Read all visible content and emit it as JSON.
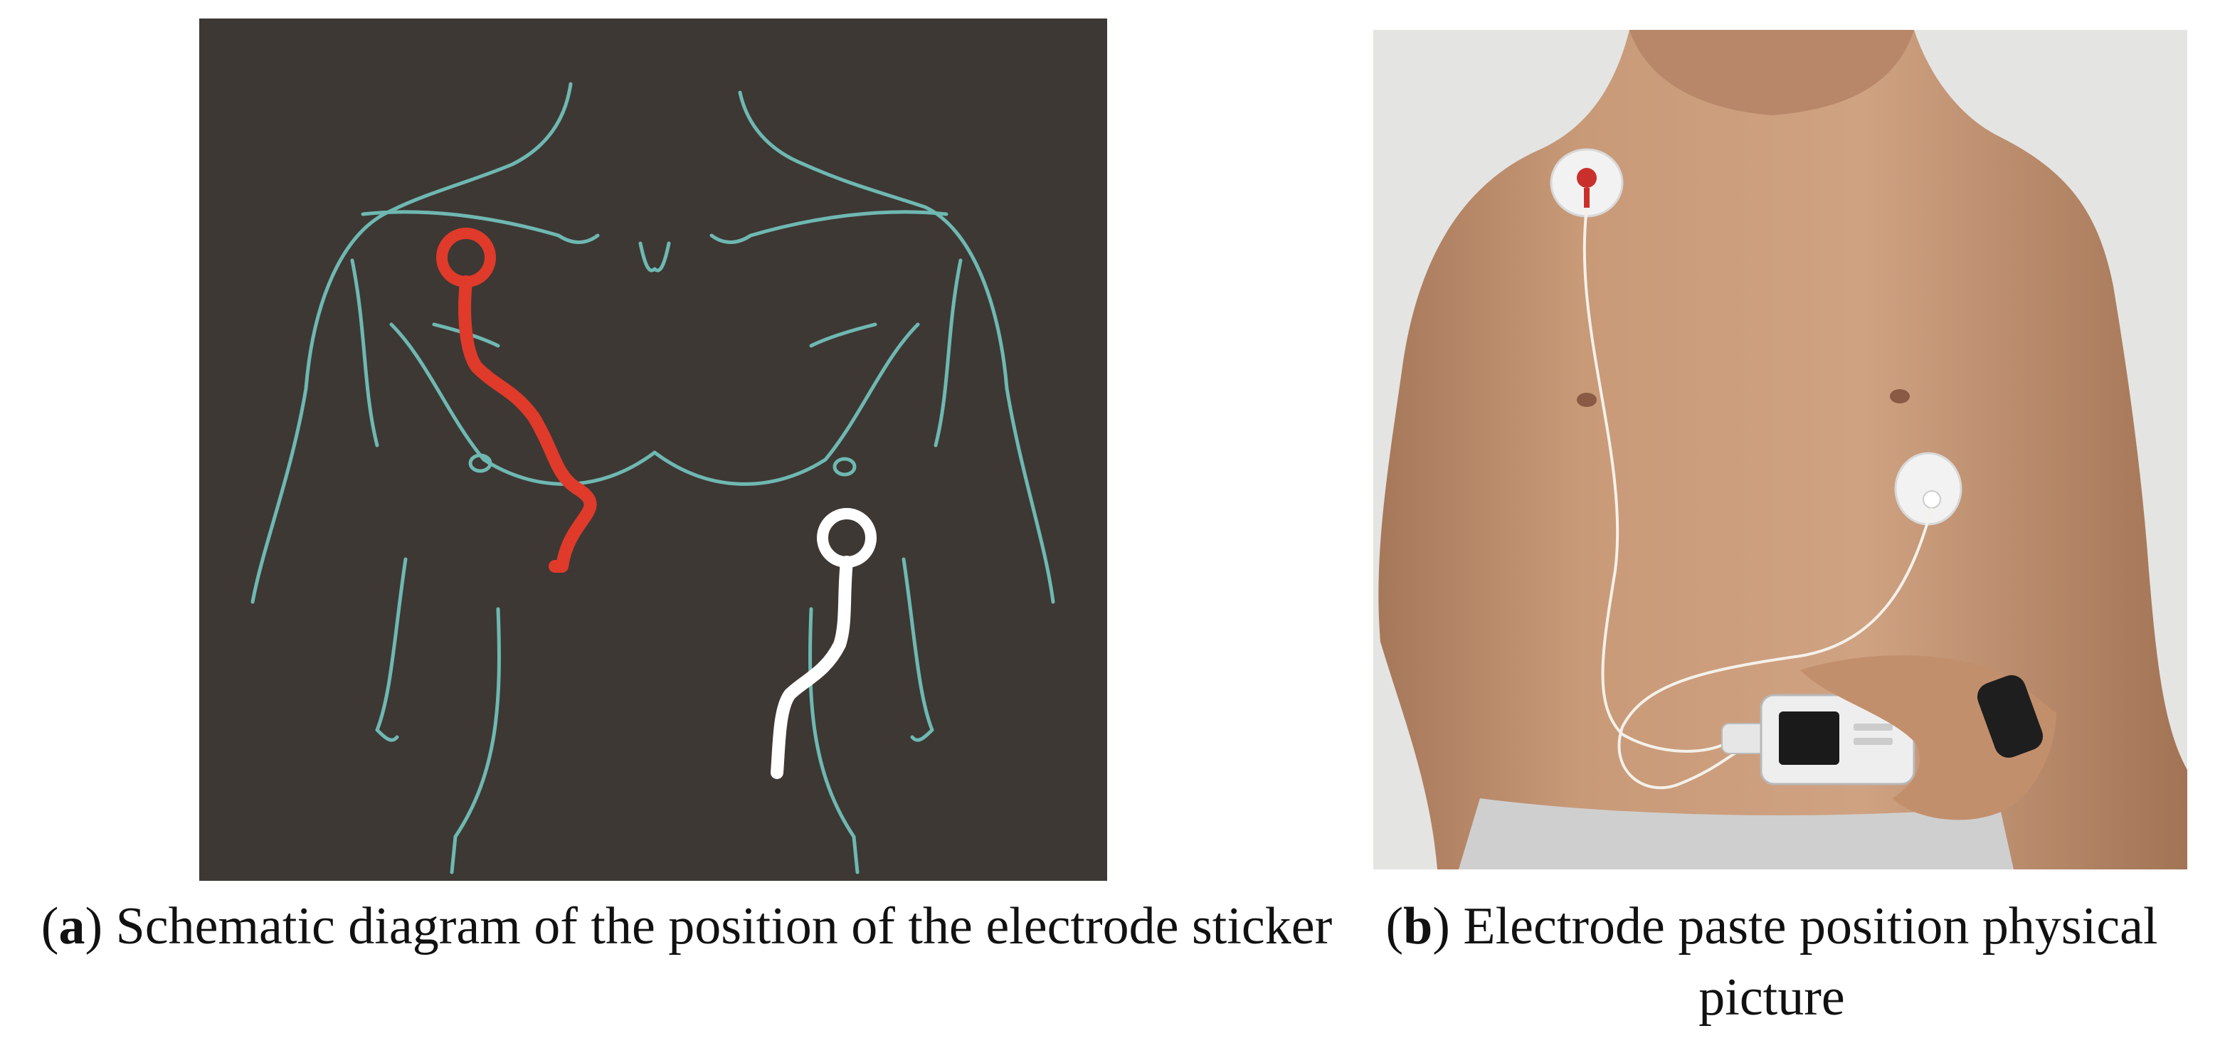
{
  "panel_a": {
    "letter": "a",
    "caption": "Schematic diagram of the position of the electrode sticker",
    "colors": {
      "background": "#3d3834",
      "outline": "#6fb8b2",
      "electrode_red": "#e03a2a",
      "electrode_white": "#ffffff"
    },
    "icons": [
      "body-outline-icon",
      "red-electrode-icon",
      "white-electrode-icon"
    ]
  },
  "panel_b": {
    "letter": "b",
    "caption": "Electrode paste position physical picture",
    "colors": {
      "background": "#e4e4e3",
      "skin": "#c99a78",
      "pad": "#f2f2f2",
      "device": "#eeeeee"
    },
    "icons": [
      "torso-photo-icon",
      "electrode-pad-icon",
      "ecg-recorder-icon",
      "wristwatch-icon"
    ]
  }
}
